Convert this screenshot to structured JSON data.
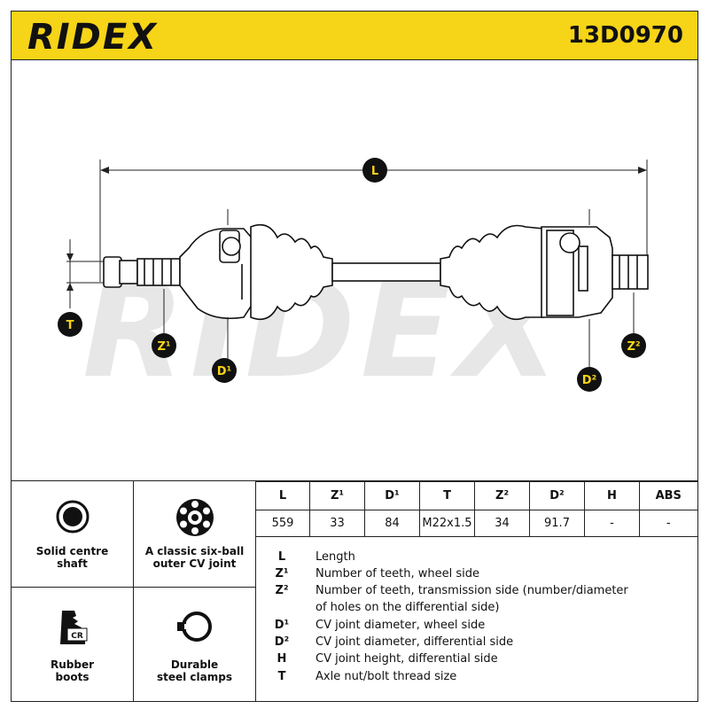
{
  "header": {
    "brand": "RIDEX",
    "part_number": "13D0970"
  },
  "drawing": {
    "watermark": "RIDEX",
    "labels": {
      "L": "L",
      "T": "T",
      "Z1": "Z¹",
      "D1": "D¹",
      "D2": "D²",
      "Z2": "Z²"
    }
  },
  "features": [
    {
      "icon": "solid-shaft-icon",
      "label1": "Solid centre",
      "label2": "shaft"
    },
    {
      "icon": "six-ball-joint-icon",
      "label1": "A classic six-ball",
      "label2": "outer CV joint"
    },
    {
      "icon": "rubber-boot-icon",
      "label1": "Rubber",
      "label2": "boots",
      "badge": "CR"
    },
    {
      "icon": "steel-clamp-icon",
      "label1": "Durable",
      "label2": "steel clamps"
    }
  ],
  "spec_table": {
    "headers": [
      "L",
      "Z¹",
      "D¹",
      "T",
      "Z²",
      "D²",
      "H",
      "ABS"
    ],
    "values": [
      "559",
      "33",
      "84",
      "M22x1.5",
      "34",
      "91.7",
      "-",
      "-"
    ]
  },
  "legend": [
    {
      "symbol": "L",
      "text": "Length"
    },
    {
      "symbol": "Z¹",
      "text": "Number of teeth, wheel side"
    },
    {
      "symbol": "Z²",
      "text": "Number of teeth, transmission side (number/diameter"
    },
    {
      "symbol": "",
      "text": "of holes on the differential side)"
    },
    {
      "symbol": "D¹",
      "text": "CV joint diameter, wheel side"
    },
    {
      "symbol": "D²",
      "text": "CV joint diameter, differential side"
    },
    {
      "symbol": "H",
      "text": "CV joint height, differential side"
    },
    {
      "symbol": "T",
      "text": "Axle nut/bolt thread size"
    }
  ],
  "colors": {
    "accent": "#f6d417",
    "ink": "#111111"
  }
}
